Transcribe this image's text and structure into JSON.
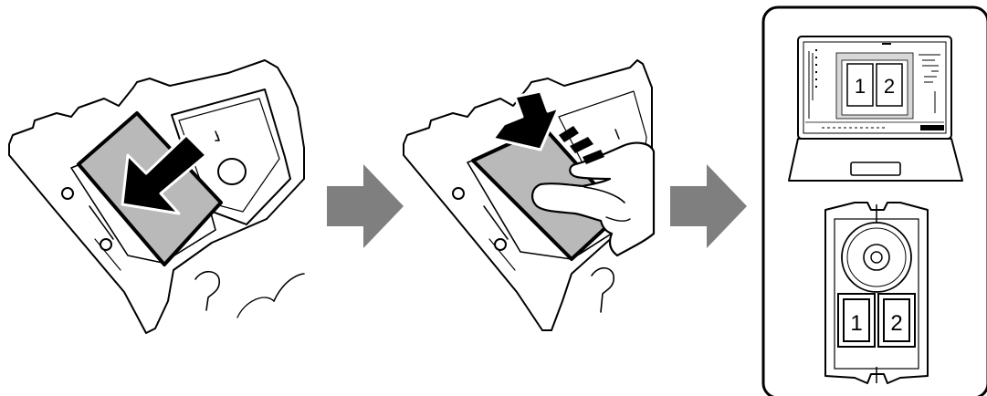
{
  "diagram": {
    "steps": [
      {
        "id": "step-1",
        "action": "insert-card-into-tray"
      },
      {
        "id": "step-2",
        "action": "press-card-into-place"
      },
      {
        "id": "step-3",
        "action": "print-from-computer"
      }
    ],
    "flow_arrow_color": "#7f7f7f",
    "card_color": "#b9b9b9",
    "panel": {
      "screen_labels": [
        "1",
        "2"
      ],
      "tray_labels": [
        "1",
        "2"
      ]
    }
  }
}
